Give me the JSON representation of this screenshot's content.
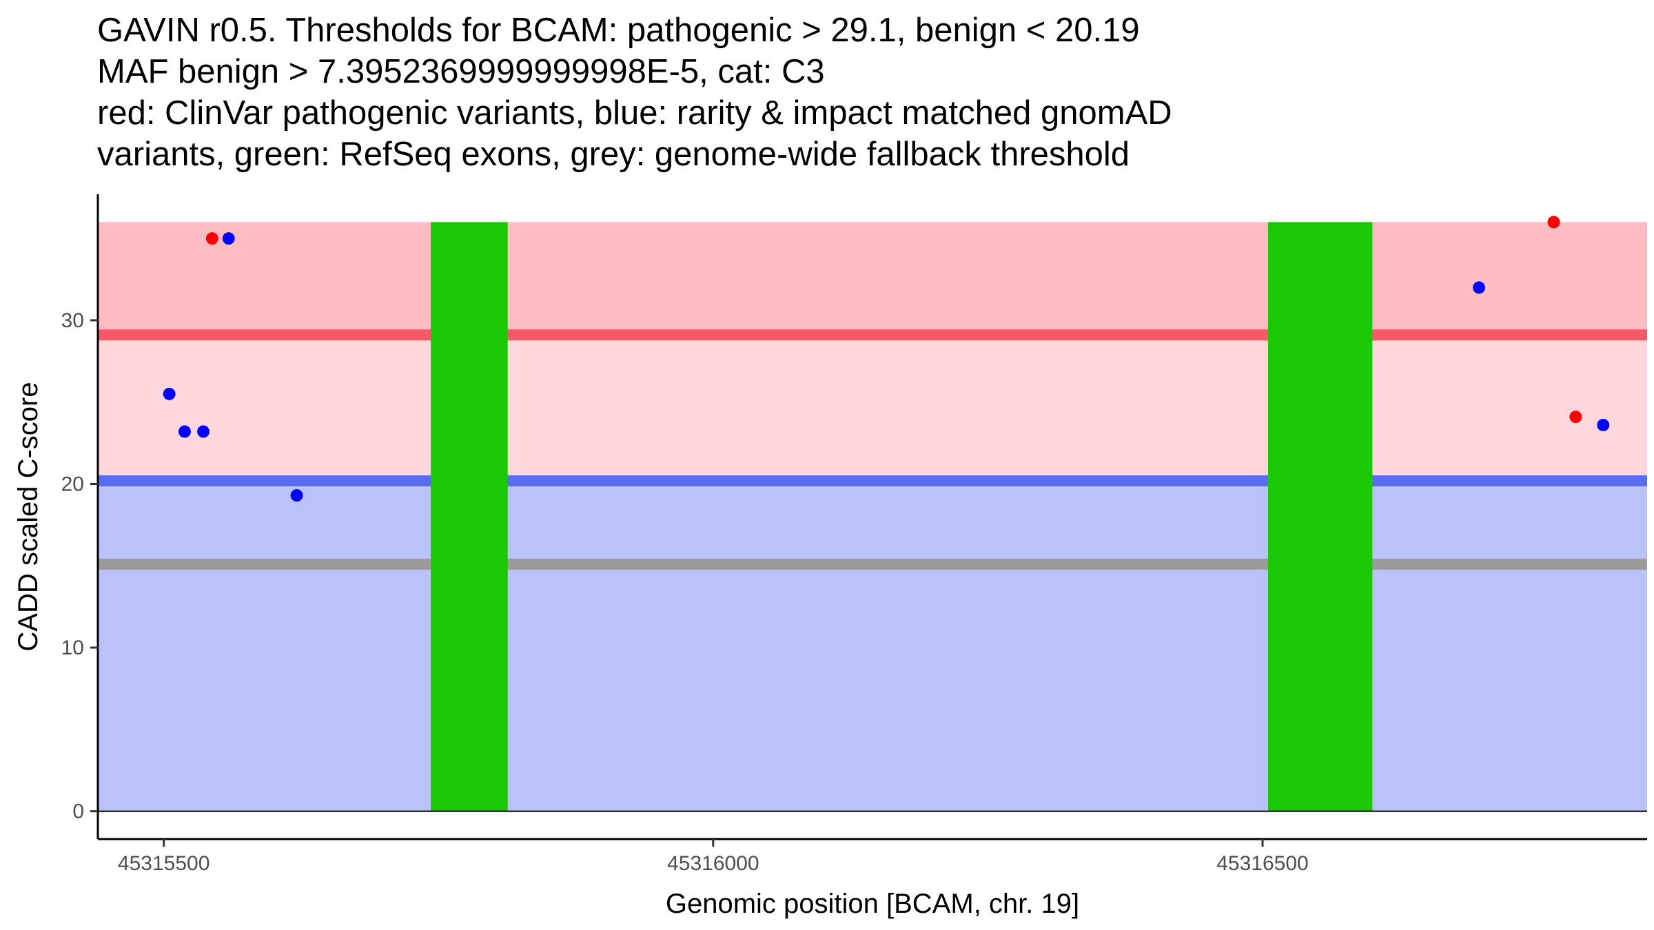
{
  "chart_data": {
    "type": "scatter",
    "title_lines": [
      "GAVIN r0.5. Thresholds for BCAM: pathogenic > 29.1, benign < 20.19",
      "MAF benign > 7.3952369999999998E-5, cat: C3",
      "red: ClinVar pathogenic variants, blue: rarity & impact matched gnomAD",
      "variants, green: RefSeq exons, grey: genome-wide fallback threshold"
    ],
    "xlabel": "Genomic position [BCAM, chr. 19]",
    "ylabel": "CADD scaled C-score",
    "xlim": [
      45315440,
      45316850
    ],
    "ylim": [
      -1.7,
      37.7
    ],
    "x_ticks": [
      45315500,
      45316000,
      45316500
    ],
    "x_tick_labels": [
      "45315500",
      "45316000",
      "45316500"
    ],
    "y_ticks": [
      0,
      10,
      20,
      30
    ],
    "y_tick_labels": [
      "0",
      "10",
      "20",
      "30"
    ],
    "grid": false,
    "bands": [
      {
        "name": "pathogenic region",
        "y0": 29.1,
        "y1": 36,
        "color": "#FFBCC3"
      },
      {
        "name": "intermediate region",
        "y0": 20.19,
        "y1": 29.1,
        "color": "#FFD7DD"
      },
      {
        "name": "benign region",
        "y0": 0,
        "y1": 20.19,
        "color": "#BBC2FA"
      }
    ],
    "threshold_lines": [
      {
        "name": "pathogenic threshold",
        "y": 29.1,
        "color": "#F75968"
      },
      {
        "name": "benign threshold",
        "y": 20.19,
        "color": "#5B6CF0"
      },
      {
        "name": "genome-wide fallback threshold",
        "y": 15.1,
        "color": "#9B9B9B"
      }
    ],
    "exons": [
      {
        "x0": 45315743,
        "x1": 45315813,
        "color": "#1BC804"
      },
      {
        "x0": 45316505,
        "x1": 45316600,
        "color": "#1BC804"
      }
    ],
    "series": [
      {
        "color": "#FF0000",
        "x": [
          45315544,
          45316765,
          45316785
        ],
        "y": [
          35.0,
          36.0,
          24.1
        ]
      },
      {
        "color": "#0000FF",
        "x": [
          45315559,
          45315505,
          45315519,
          45315536,
          45315621,
          45316697,
          45316810
        ],
        "y": [
          35.0,
          25.5,
          23.2,
          23.2,
          19.3,
          32.0,
          23.6
        ]
      }
    ]
  }
}
